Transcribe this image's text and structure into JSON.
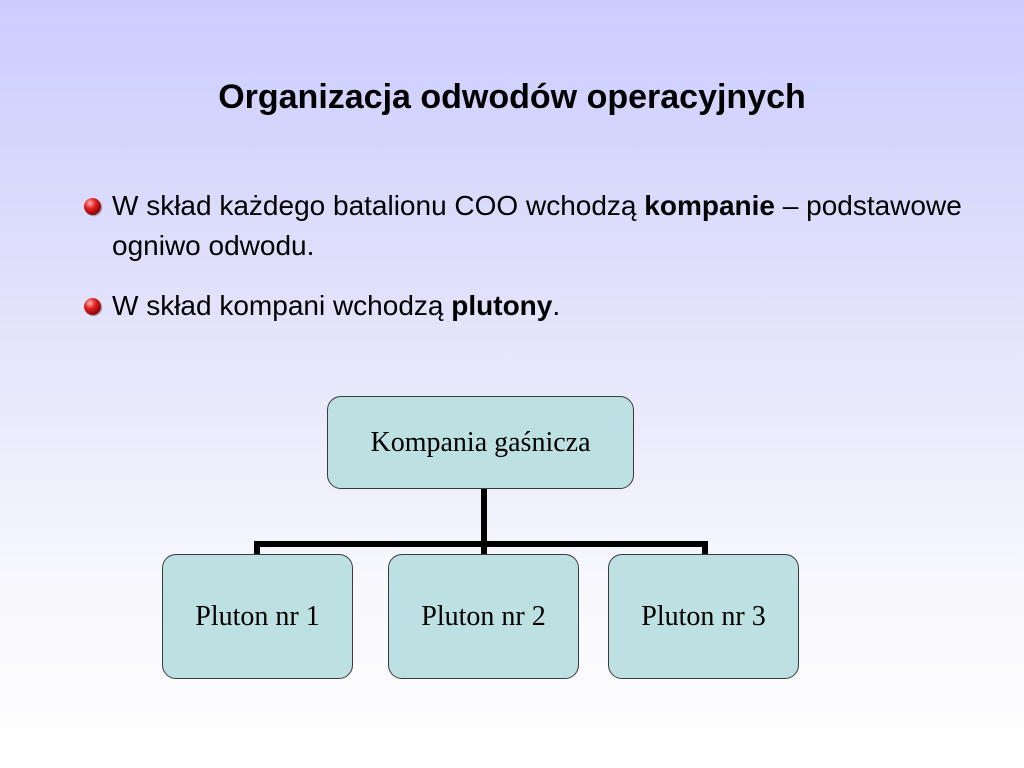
{
  "slide": {
    "title": "Organizacja odwodów operacyjnych",
    "bullets": [
      {
        "pre": "W skład każdego batalionu COO wchodzą ",
        "bold": "kompanie",
        "post": " – podstawowe ogniwo odwodu."
      },
      {
        "pre": "W skład kompani wchodzą ",
        "bold": "plutony",
        "post": "."
      }
    ]
  },
  "org_chart": {
    "root": "Kompania gaśnicza",
    "children": [
      "Pluton nr 1",
      "Pluton nr 2",
      "Pluton nr 3"
    ]
  },
  "colors": {
    "background_top": "#ccccff",
    "node_fill": "#bde0e2",
    "connector": "#000000",
    "bullet": "#cc0000"
  }
}
